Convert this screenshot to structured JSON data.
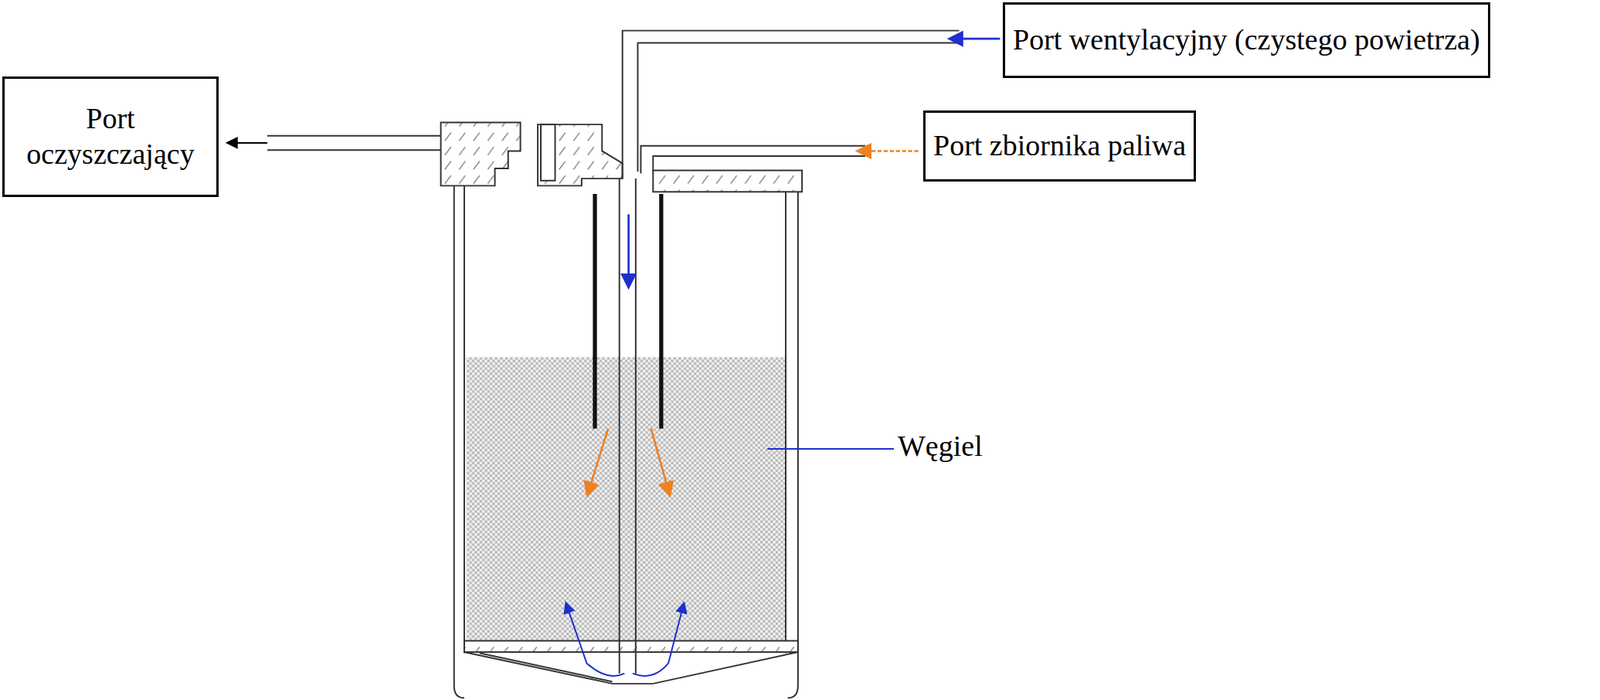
{
  "diagram": {
    "nodes": [
      {
        "text": [
          "Port oczyszczający"
        ]
      },
      {
        "text": [
          "Port wentylacyjny (czystego powietrza)"
        ]
      },
      {
        "text": [
          "Port zbiornika paliwa"
        ]
      }
    ],
    "labels": [
      "Węgiel"
    ]
  }
}
